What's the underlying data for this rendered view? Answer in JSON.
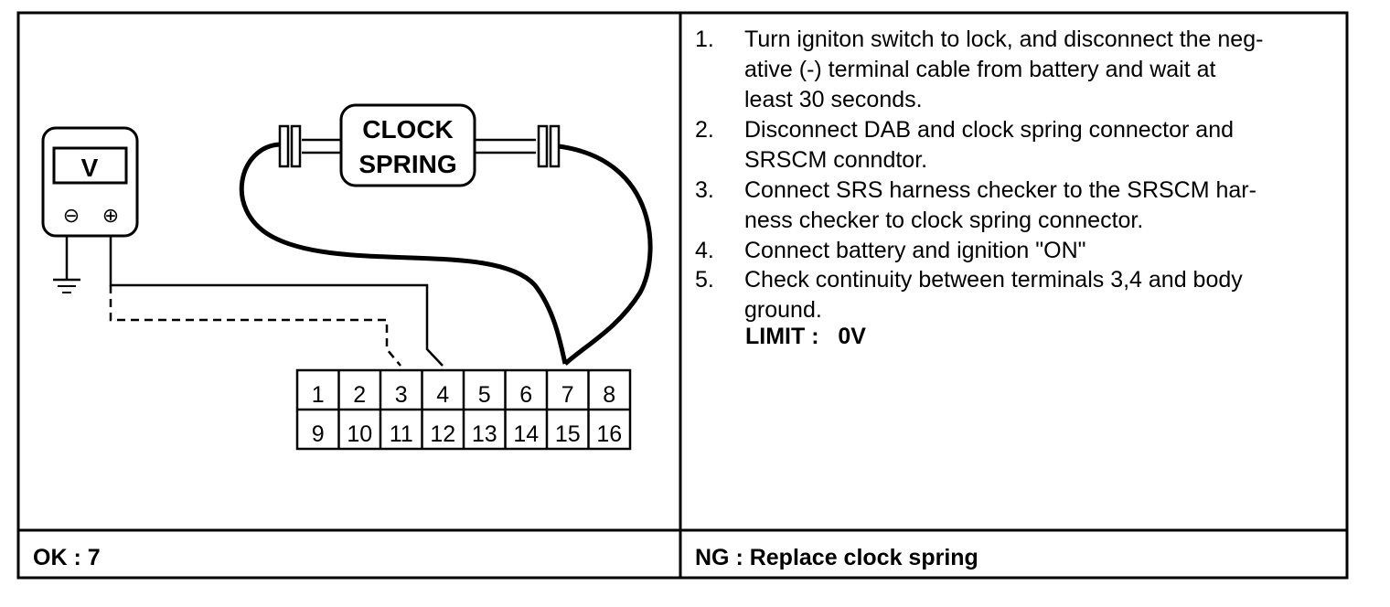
{
  "meter": {
    "label": "V",
    "neg_symbol": "⊖",
    "pos_symbol": "⊕"
  },
  "clock_spring": {
    "line1": "CLOCK",
    "line2": "SPRING"
  },
  "connector": {
    "row1": [
      "1",
      "2",
      "3",
      "4",
      "5",
      "6",
      "7",
      "8"
    ],
    "row2": [
      "9",
      "10",
      "11",
      "12",
      "13",
      "14",
      "15",
      "16"
    ]
  },
  "steps": [
    {
      "num": "1.",
      "lines": [
        "Turn igniton switch to lock, and disconnect the neg-",
        "ative (-) terminal cable from battery and wait at",
        "least 30 seconds."
      ]
    },
    {
      "num": "2.",
      "lines": [
        "Disconnect DAB and clock spring connector and",
        "SRSCM conndtor."
      ]
    },
    {
      "num": "3.",
      "lines": [
        "Connect SRS harness checker to the SRSCM har-",
        "ness checker to clock spring connector."
      ]
    },
    {
      "num": "4.",
      "lines": [
        "Connect battery and ignition \"ON\""
      ]
    },
    {
      "num": "5.",
      "lines": [
        "Check continuity between terminals 3,4 and body",
        "ground."
      ]
    }
  ],
  "limit": {
    "label": "LIMIT :",
    "value": "0V"
  },
  "ok_text": "OK : 7",
  "ng_text": "NG : Replace clock spring"
}
